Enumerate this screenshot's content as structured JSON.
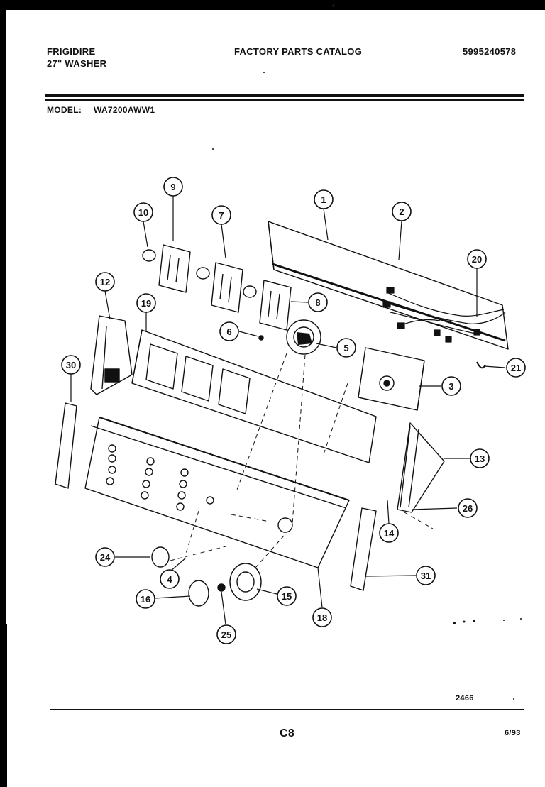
{
  "header": {
    "brand": "FRIGIDIRE",
    "product": "27\" WASHER",
    "catalog_title": "FACTORY PARTS CATALOG",
    "catalog_number": "5995240578",
    "model_label": "MODEL:",
    "model_number": "WA7200AWW1"
  },
  "footer": {
    "drawing_number": "2466",
    "page_code": "C8",
    "date": "6/93"
  },
  "callouts": [
    "1",
    "2",
    "3",
    "4",
    "5",
    "6",
    "7",
    "8",
    "9",
    "10",
    "12",
    "13",
    "14",
    "15",
    "16",
    "18",
    "19",
    "20",
    "21",
    "24",
    "25",
    "26",
    "30",
    "31"
  ],
  "colors": {
    "ink": "#111111",
    "paper": "#ffffff"
  }
}
